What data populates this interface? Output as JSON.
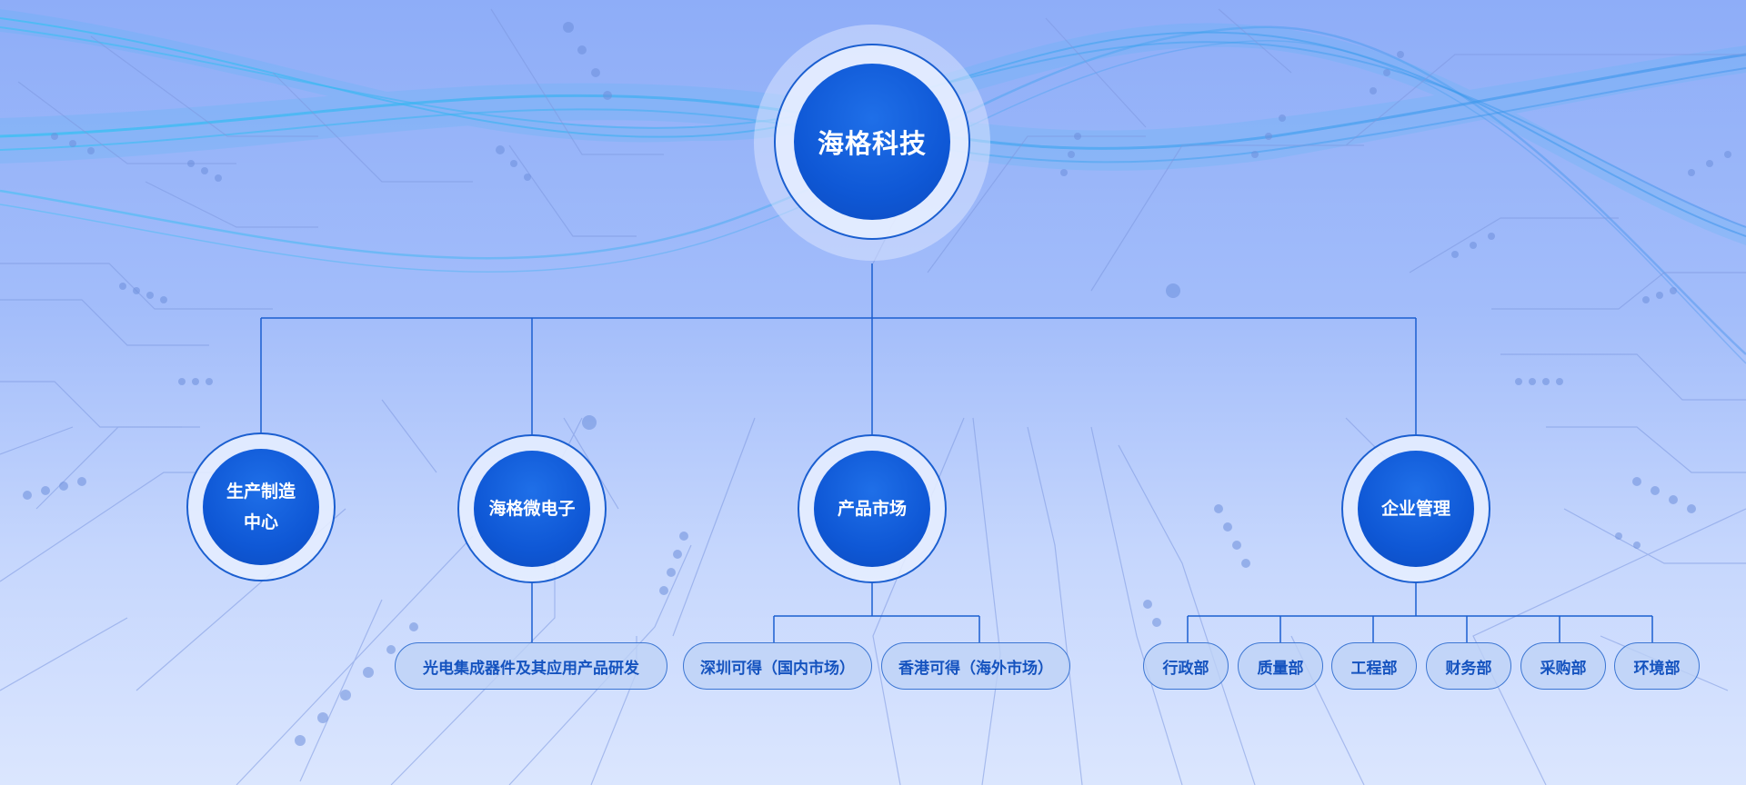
{
  "root": {
    "label": "海格科技"
  },
  "departments": [
    {
      "label_line1": "生产制造",
      "label_line2": "中心"
    },
    {
      "label": "海格微电子",
      "children": [
        "光电集成器件及其应用产品研发"
      ]
    },
    {
      "label": "产品市场",
      "children": [
        "深圳可得（国内市场）",
        "香港可得（海外市场）"
      ]
    },
    {
      "label": "企业管理",
      "children": [
        "行政部",
        "质量部",
        "工程部",
        "财务部",
        "采购部",
        "环境部"
      ]
    }
  ],
  "colors": {
    "line": "#1b5fd0",
    "node_fill": "#0f58d6",
    "pill_text": "#1553bf",
    "wave": "#2fb6f0"
  }
}
